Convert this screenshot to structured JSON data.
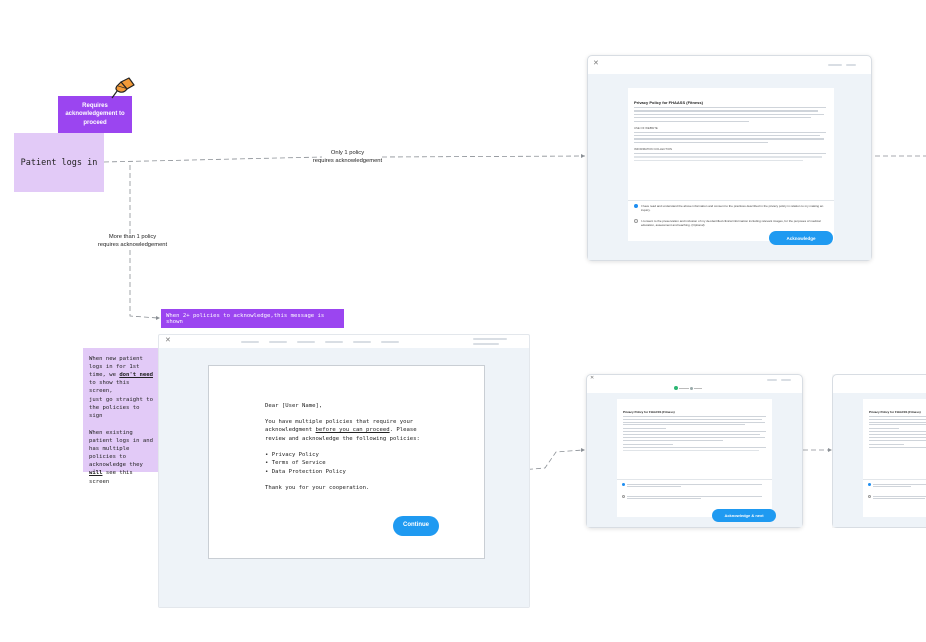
{
  "flow": {
    "requires_note": "Requires acknowledgement to proceed",
    "start_node": "Patient logs in",
    "edge_one": "Only 1 policy\nrequires acknowledgement",
    "edge_many": "More than 1 policy\nrequires acknowledgement",
    "banner": "When 2+ policies to acknowledge,this message is shown",
    "side_note": {
      "para1_a": "When new patient\nlogs in for 1st\ntime, we ",
      "para1_u": "don't need",
      "para1_b": "\nto show this screen,\njust go straight to\nthe policies to sign",
      "para2_a": "When existing\npatient logs in and\nhas multiple\npolicies to\nacknowledge they\n",
      "para2_u": "will",
      "para2_b": " see this screen"
    }
  },
  "single_policy_screen": {
    "doc_title": "Privacy Policy for FHAASS (Fitness)",
    "section1": "USE OF WEBSITE",
    "section2": "INFORMATION COLLECTION",
    "consent1": "I have read and understand the above information and consent to the practices described in the privacy policy in relation to my making an inquiry.",
    "consent2": "I consent to the preservation and inclusion of my de-identified clinical information including relevant images, for the purposes of medical education, assessment and teaching. (Optional)",
    "button": "Acknowledge"
  },
  "message_screen": {
    "greeting": "Dear [User Name],",
    "body_a": "You have multiple policies that require your acknowledgment ",
    "body_u": "before you can proceed",
    "body_b": ". Please review and acknowledge the following policies:",
    "policies": [
      "• Privacy Policy",
      "• Terms of Service",
      "• Data Protection Policy"
    ],
    "thanks": "Thank you for your cooperation.",
    "button": "Continue"
  },
  "multi_policy_screen_1": {
    "doc_title": "Privacy Policy for FHAASS (Fitness)",
    "button": "Acknowledge & next"
  },
  "multi_policy_screen_2": {
    "doc_title": "Privacy Policy for FHAASS (Fitness)"
  },
  "colors": {
    "purple": "#9b45f0",
    "lavender": "#e2caf7",
    "blue": "#1f9af1",
    "pin": "#f29a38"
  },
  "icons": [
    "pushpin-icon",
    "close-icon"
  ]
}
